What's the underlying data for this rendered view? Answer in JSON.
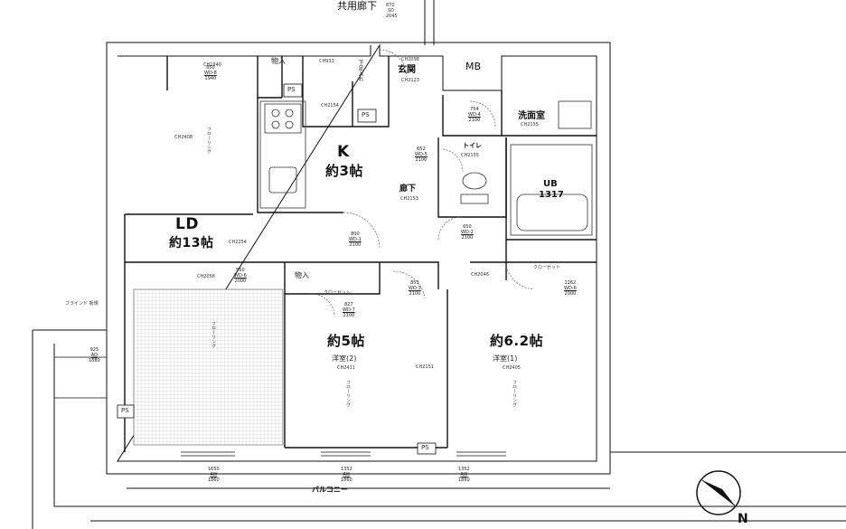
{
  "corridor": "共用廊下",
  "corridor_note": [
    "870",
    "SD",
    "2045"
  ],
  "mb": "MB",
  "entrance": {
    "name": "玄関",
    "ch1": "CH2098",
    "ch2": "CH2123"
  },
  "shoes": "下足入れ",
  "storage_top": {
    "name": "物入",
    "note": "可動棚\n4段"
  },
  "ps": "PS",
  "kitchen": {
    "name": "K",
    "area": "約3帖",
    "ch": "CH2154",
    "ch2": "CH933"
  },
  "ld": {
    "name": "LD",
    "area": "約13帖",
    "ch": "CH2408",
    "ch2": "CH2254",
    "ch3": "CH2058",
    "ch4": "CH1940"
  },
  "hall": {
    "name": "廊下",
    "ch": "CH2153"
  },
  "toilet": {
    "name": "トイレ",
    "ch": "CH2155"
  },
  "washroom": {
    "name": "洗面室",
    "ch": "CH2155"
  },
  "ub": {
    "name": "UB",
    "size": "1317"
  },
  "closet": "クローゼット",
  "room1": {
    "area": "約6.2帖",
    "name": "洋室(1)",
    "ch": "CH2405",
    "ch2": "CH2046"
  },
  "room2": {
    "area": "約5帖",
    "name": "洋室(2)",
    "ch": "CH2411",
    "ch2": "CH2151"
  },
  "storage_mid": {
    "name": "物入",
    "note": "可動棚\n4段"
  },
  "balcony": "バルコニー",
  "flooring": "フローリング",
  "doors": [
    {
      "w": "850",
      "t": "WD-8",
      "h": "1940"
    },
    {
      "w": "754",
      "t": "WD-4",
      "h": "2100"
    },
    {
      "w": "652",
      "t": "WD-5",
      "h": "2100"
    },
    {
      "w": "800",
      "t": "WD-1",
      "h": "2100"
    },
    {
      "w": "650",
      "t": "WD-2",
      "h": "2100"
    },
    {
      "w": "550",
      "t": "WD-6",
      "h": "2000"
    },
    {
      "w": "853",
      "t": "WD-3",
      "h": "2100"
    },
    {
      "w": "1262",
      "t": "WD-6",
      "h": "2000"
    },
    {
      "w": "827",
      "t": "WD-7",
      "h": "2100"
    },
    {
      "w": "925",
      "t": "AD",
      "h": "1880"
    },
    {
      "w": "1650",
      "t": "AW",
      "h": "1860"
    },
    {
      "w": "1352",
      "t": "AW",
      "h": "1860"
    },
    {
      "w": "1352",
      "t": "AW",
      "h": "1860"
    }
  ],
  "blind": "ブラインド 新規",
  "north": "N"
}
